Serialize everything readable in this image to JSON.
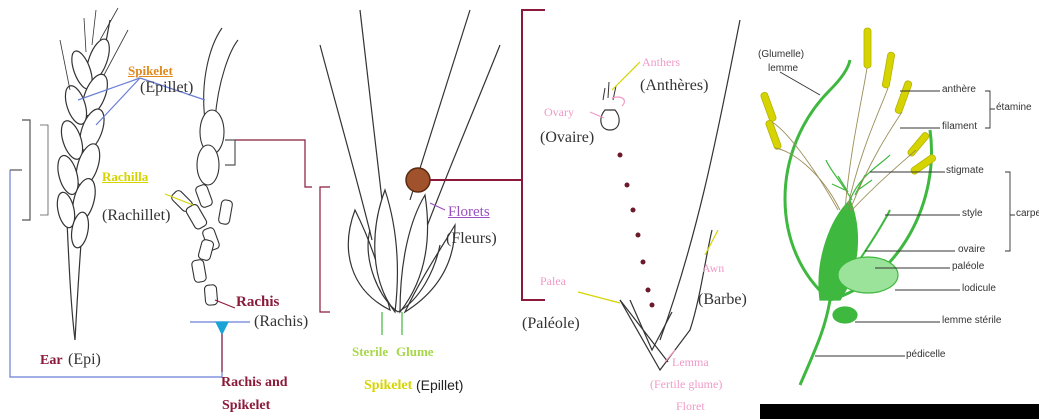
{
  "colors": {
    "orange": "#e08a1e",
    "yellow": "#d6d400",
    "maroon": "#8b1a3a",
    "purple": "#9a4fc0",
    "pink": "#f09ac8",
    "green": "#3fb83f",
    "light_green": "#9be29b",
    "blue_line": "#6a7fd8",
    "cyan": "#1aa3d6",
    "brown_circle": "#a0522d"
  },
  "panel1": {
    "spikelet": "Spikelet",
    "epillet": "(Epillet)",
    "rachilla": "Rachilla",
    "rachillet": "(Rachillet)",
    "rachis": "Rachis",
    "rachis_fr": "(Rachis)",
    "ear": "Ear",
    "epi": "(Epi)",
    "rachis_and": "Rachis and",
    "spikelet2": "Spikelet"
  },
  "panel2": {
    "florets": "Florets",
    "fleurs": "(Fleurs)",
    "sterile": "Sterile",
    "glume": "Glume",
    "spikelet": "Spikelet",
    "epillet": "(Epillet)"
  },
  "panel3": {
    "anthers": "Anthers",
    "antheres": "(Anthères)",
    "ovary": "Ovary",
    "ovaire": "(Ovaire)",
    "awn": "Awn",
    "barbe": "(Barbe)",
    "palea": "Palea",
    "paleole": "(Paléole)",
    "lemma": "Lemma",
    "fertile_glume": "(Fertile glume)",
    "floret": "Floret"
  },
  "panel4": {
    "glumelle": "(Glumelle)",
    "lemme": "lemme",
    "anthere": "anthère",
    "etamine": "étamine",
    "filament": "filament",
    "stigmate": "stigmate",
    "style": "style",
    "carpelle": "carpelle",
    "ovaire": "ovaire",
    "paleole": "paléole",
    "lodicule": "lodicule",
    "lemme_sterile": "lemme stérile",
    "pedicelle": "pédicelle"
  }
}
